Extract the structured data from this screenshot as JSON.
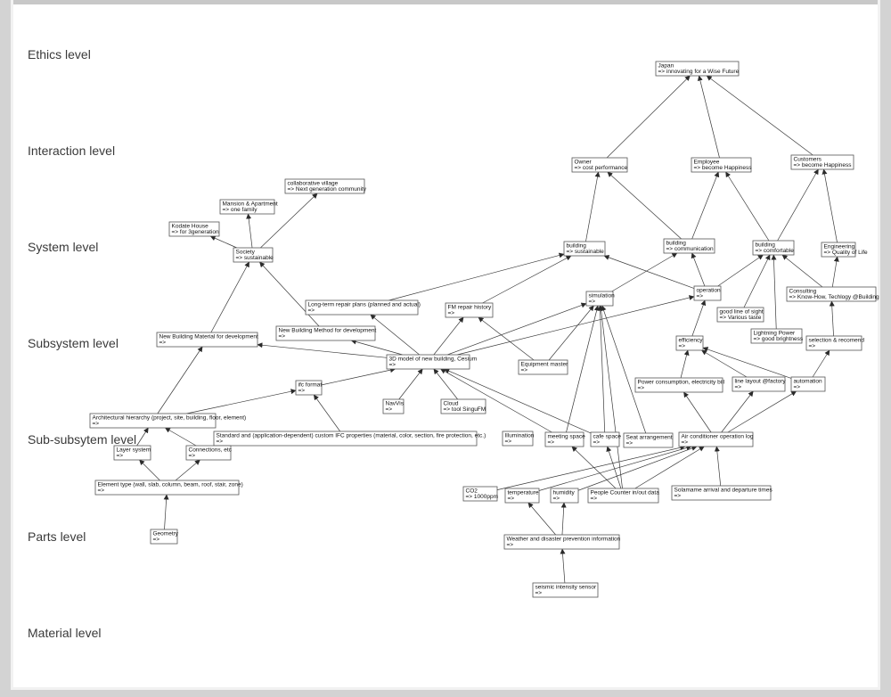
{
  "levels": [
    {
      "id": "ethics",
      "label": "Ethics level"
    },
    {
      "id": "interaction",
      "label": "Interaction level"
    },
    {
      "id": "system",
      "label": "System level"
    },
    {
      "id": "subsystem",
      "label": "Subsystem level"
    },
    {
      "id": "subsub",
      "label": "Sub-subsytem level"
    },
    {
      "id": "parts",
      "label": "Parts level"
    },
    {
      "id": "material",
      "label": "Material level"
    }
  ],
  "nodes": [
    {
      "id": "japan",
      "lines": [
        "Japan",
        "=> innovating for a Wise Future"
      ]
    },
    {
      "id": "owner",
      "lines": [
        "Owner",
        "=> cost performance"
      ]
    },
    {
      "id": "employee",
      "lines": [
        "Employee",
        "=> become Happiness"
      ]
    },
    {
      "id": "customers",
      "lines": [
        "Customers",
        "=> become Happiness"
      ]
    },
    {
      "id": "collab",
      "lines": [
        "collaborative village",
        "=> Next generation community"
      ]
    },
    {
      "id": "mansion",
      "lines": [
        "Mansion & Apartment",
        "=> one family"
      ]
    },
    {
      "id": "kodate",
      "lines": [
        "Kodate House",
        "=> for 3generation"
      ]
    },
    {
      "id": "society",
      "lines": [
        "Society",
        "=> sustainable"
      ]
    },
    {
      "id": "bsust",
      "lines": [
        "building",
        "=> sustainable"
      ]
    },
    {
      "id": "bcomm",
      "lines": [
        "building",
        "=> communication"
      ]
    },
    {
      "id": "bcomf",
      "lines": [
        "building",
        "=> comfortable"
      ]
    },
    {
      "id": "eng",
      "lines": [
        "Engineering",
        "=> Quality of Life"
      ]
    },
    {
      "id": "operation",
      "lines": [
        "operation",
        "=>"
      ]
    },
    {
      "id": "consulting",
      "lines": [
        "Consulting",
        "=> Know-How, Techlogy @Building"
      ]
    },
    {
      "id": "longterm",
      "lines": [
        "Long-term repair plans (planned and actual)",
        "=>"
      ]
    },
    {
      "id": "fmrepair",
      "lines": [
        "FM repair history",
        "=>"
      ]
    },
    {
      "id": "simulation",
      "lines": [
        "simulation",
        "=>"
      ]
    },
    {
      "id": "sightline",
      "lines": [
        "good line of sight",
        "=> Various taste"
      ]
    },
    {
      "id": "newmat",
      "lines": [
        "New Building Material for development",
        "=>"
      ]
    },
    {
      "id": "newmeth",
      "lines": [
        "New Building Method for development",
        "=>"
      ]
    },
    {
      "id": "lightning",
      "lines": [
        "Lightning Power",
        "=> good brightness"
      ]
    },
    {
      "id": "efficiency",
      "lines": [
        "efficiency",
        "=>"
      ]
    },
    {
      "id": "selection",
      "lines": [
        "selection & recomend",
        "=>"
      ]
    },
    {
      "id": "model3d",
      "lines": [
        "3D model of new building, Cesium",
        "=>"
      ]
    },
    {
      "id": "equip",
      "lines": [
        "Equipment master",
        "=>"
      ]
    },
    {
      "id": "powercons",
      "lines": [
        "Power consumption, electricity bill",
        "=>"
      ]
    },
    {
      "id": "linelayout",
      "lines": [
        "line layout @factory",
        "=>"
      ]
    },
    {
      "id": "automation",
      "lines": [
        "automation",
        "=>"
      ]
    },
    {
      "id": "ifc",
      "lines": [
        "ifc format",
        "=>"
      ]
    },
    {
      "id": "navvis",
      "lines": [
        "NavVis",
        "=>"
      ]
    },
    {
      "id": "cloud",
      "lines": [
        "Cloud",
        "=> tool SinguFM"
      ]
    },
    {
      "id": "archhier",
      "lines": [
        "Architectural hierarchy (project, site, building, floor, element)",
        "=>"
      ]
    },
    {
      "id": "standard",
      "lines": [
        "Standard and (application-dependent) custom IFC properties (material, color, section, fire protection, etc.)",
        "=>"
      ]
    },
    {
      "id": "illum",
      "lines": [
        "Illumination",
        "=>"
      ]
    },
    {
      "id": "meeting",
      "lines": [
        "meeting space",
        "=>"
      ]
    },
    {
      "id": "cafe",
      "lines": [
        "cafe space",
        "=>"
      ]
    },
    {
      "id": "seat",
      "lines": [
        "Seat arrangement",
        "=>"
      ]
    },
    {
      "id": "aircon",
      "lines": [
        "Air conditioner operation log",
        "=>"
      ]
    },
    {
      "id": "layer",
      "lines": [
        "Layer system",
        "=>"
      ]
    },
    {
      "id": "connections",
      "lines": [
        "Connections, etc",
        "=>"
      ]
    },
    {
      "id": "elemtype",
      "lines": [
        "Element type (wall, slab, column, beam, roof, stair, zone)",
        "=>"
      ]
    },
    {
      "id": "co2",
      "lines": [
        "CO2",
        "=> 1000ppm"
      ]
    },
    {
      "id": "temperature",
      "lines": [
        "temperature",
        "=>"
      ]
    },
    {
      "id": "humidity",
      "lines": [
        "humidity",
        "=>"
      ]
    },
    {
      "id": "people",
      "lines": [
        "People Counter in/out data",
        "=>"
      ]
    },
    {
      "id": "solamame",
      "lines": [
        "Solamame arrival and departure times",
        "=>"
      ]
    },
    {
      "id": "geometry",
      "lines": [
        "Geometry",
        "=>"
      ]
    },
    {
      "id": "weather",
      "lines": [
        "Weather and disaster prevention information",
        "=>"
      ]
    },
    {
      "id": "seismic",
      "lines": [
        "seismic intensity sensor",
        "=>"
      ]
    }
  ],
  "edges": [
    [
      "owner",
      "japan"
    ],
    [
      "employee",
      "japan"
    ],
    [
      "customers",
      "japan"
    ],
    [
      "bsust",
      "owner"
    ],
    [
      "bcomm",
      "owner"
    ],
    [
      "bcomm",
      "employee"
    ],
    [
      "bcomf",
      "employee"
    ],
    [
      "bcomf",
      "customers"
    ],
    [
      "eng",
      "customers"
    ],
    [
      "society",
      "kodate"
    ],
    [
      "society",
      "mansion"
    ],
    [
      "society",
      "collab"
    ],
    [
      "newmat",
      "society"
    ],
    [
      "newmeth",
      "society"
    ],
    [
      "operation",
      "bsust"
    ],
    [
      "operation",
      "bcomm"
    ],
    [
      "operation",
      "bcomf"
    ],
    [
      "simulation",
      "bcomm"
    ],
    [
      "consulting",
      "bcomf"
    ],
    [
      "consulting",
      "eng"
    ],
    [
      "sightline",
      "bcomf"
    ],
    [
      "lightning",
      "bcomf"
    ],
    [
      "longterm",
      "bsust"
    ],
    [
      "fmrepair",
      "bsust"
    ],
    [
      "selection",
      "consulting"
    ],
    [
      "automation",
      "selection"
    ],
    [
      "efficiency",
      "operation"
    ],
    [
      "powercons",
      "efficiency"
    ],
    [
      "linelayout",
      "efficiency"
    ],
    [
      "automation",
      "efficiency"
    ],
    [
      "aircon",
      "powercons"
    ],
    [
      "aircon",
      "linelayout"
    ],
    [
      "aircon",
      "automation"
    ],
    [
      "model3d",
      "longterm"
    ],
    [
      "model3d",
      "fmrepair"
    ],
    [
      "model3d",
      "simulation"
    ],
    [
      "model3d",
      "operation"
    ],
    [
      "model3d",
      "newmat"
    ],
    [
      "model3d",
      "newmeth"
    ],
    [
      "equip",
      "fmrepair"
    ],
    [
      "equip",
      "simulation"
    ],
    [
      "ifc",
      "model3d"
    ],
    [
      "navvis",
      "model3d"
    ],
    [
      "cloud",
      "model3d"
    ],
    [
      "meeting",
      "model3d"
    ],
    [
      "cafe",
      "model3d"
    ],
    [
      "meeting",
      "simulation"
    ],
    [
      "cafe",
      "simulation"
    ],
    [
      "seat",
      "simulation"
    ],
    [
      "people",
      "simulation"
    ],
    [
      "archhier",
      "newmat"
    ],
    [
      "archhier",
      "ifc"
    ],
    [
      "standard",
      "ifc"
    ],
    [
      "layer",
      "archhier"
    ],
    [
      "connections",
      "archhier"
    ],
    [
      "elemtype",
      "layer"
    ],
    [
      "elemtype",
      "connections"
    ],
    [
      "geometry",
      "elemtype"
    ],
    [
      "people",
      "meeting"
    ],
    [
      "people",
      "cafe"
    ],
    [
      "co2",
      "aircon"
    ],
    [
      "temperature",
      "aircon"
    ],
    [
      "humidity",
      "aircon"
    ],
    [
      "people",
      "aircon"
    ],
    [
      "solamame",
      "aircon"
    ],
    [
      "weather",
      "temperature"
    ],
    [
      "weather",
      "humidity"
    ],
    [
      "seismic",
      "weather"
    ]
  ]
}
